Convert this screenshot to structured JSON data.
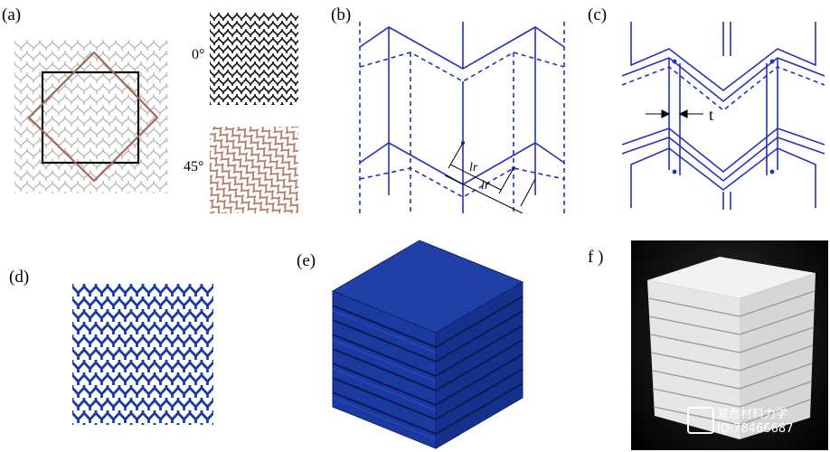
{
  "panels": {
    "a": {
      "label": "(a)",
      "angle_0": "0°",
      "angle_45": "45°"
    },
    "b": {
      "label": "(b)",
      "dim_lr_short": "lr",
      "dim_lr_long": "lr"
    },
    "c": {
      "label": "(c)",
      "thickness": "t"
    },
    "d": {
      "label": "(d)"
    },
    "e": {
      "label": "(e)"
    },
    "f": {
      "label": "f )"
    }
  },
  "watermark": {
    "line1": "复合材料力学",
    "line2": "ID:78466687"
  },
  "colors": {
    "lattice_gray": "#b8b8b8",
    "rotated_frame": "#a06a55",
    "lattice_45": "#b07a66",
    "diagram_blue": "#2233bb",
    "structure_blue": "#1b3aa0"
  }
}
